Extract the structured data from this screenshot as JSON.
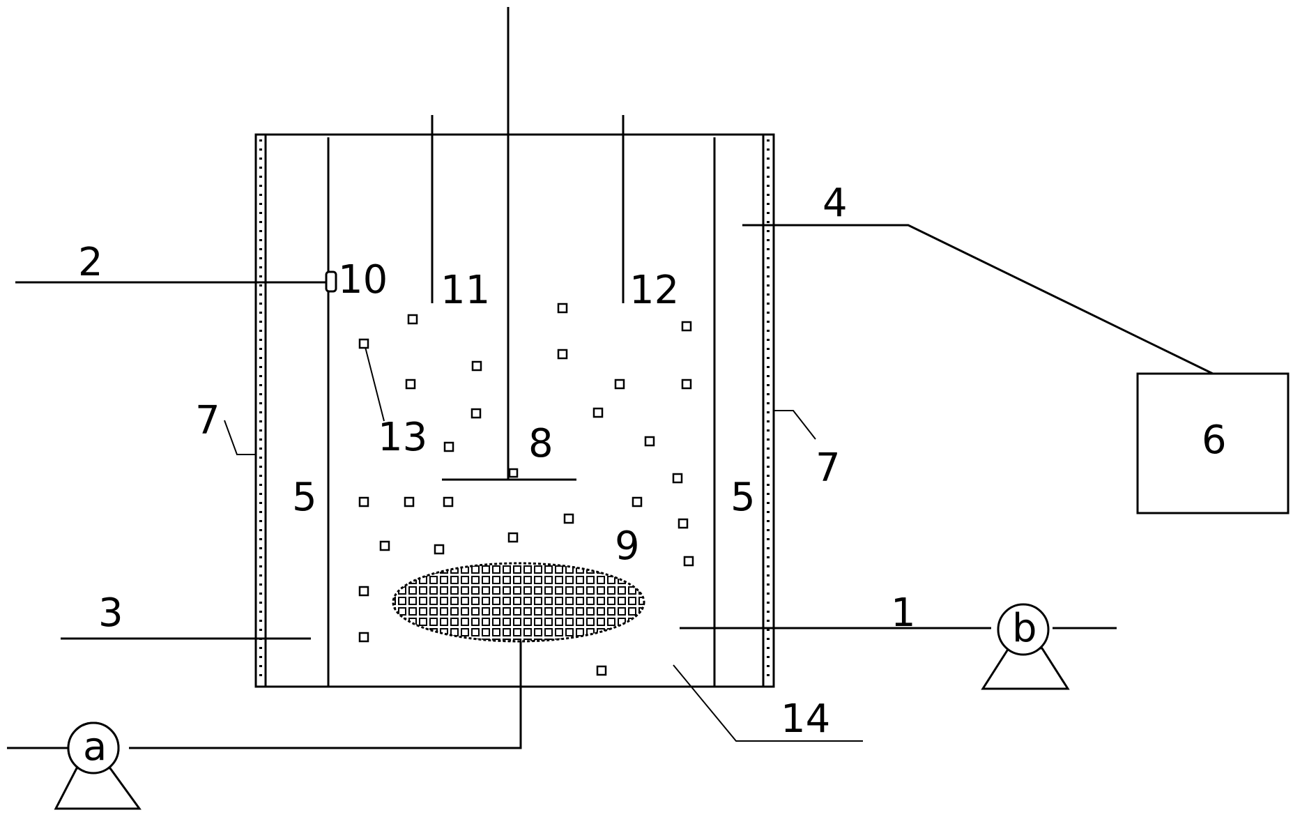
{
  "labels": {
    "l1": "1",
    "l2": "2",
    "l3": "3",
    "l4": "4",
    "l5_left": "5",
    "l5_right": "5",
    "l6": "6",
    "l7_left": "7",
    "l7_right": "7",
    "l8": "8",
    "l9": "9",
    "l10": "10",
    "l11": "11",
    "l12": "12",
    "l13": "13",
    "l14": "14",
    "pump_a": "a",
    "pump_b": "b"
  }
}
